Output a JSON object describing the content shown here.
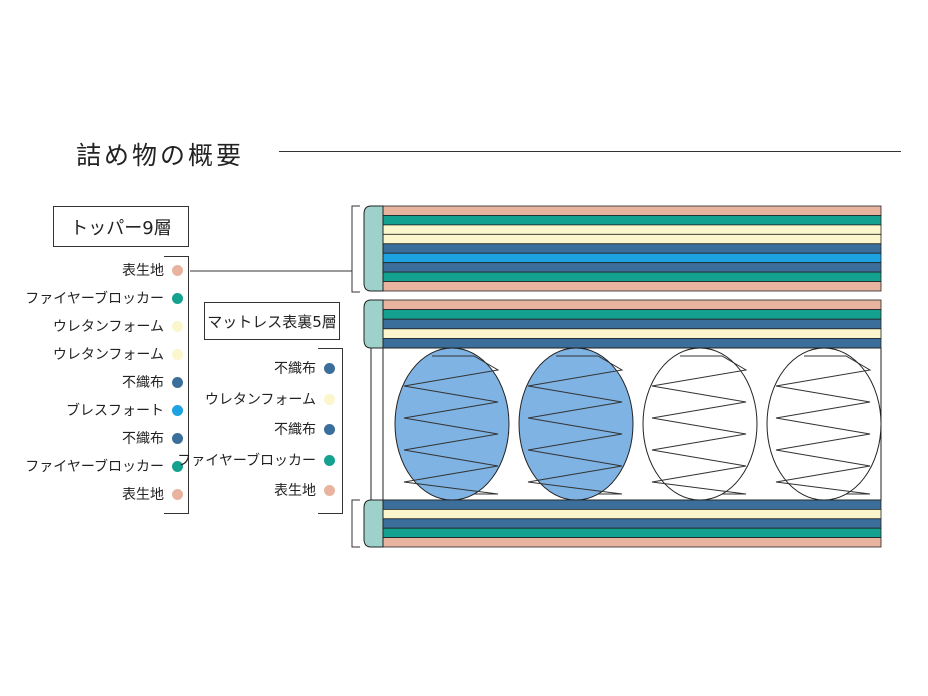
{
  "title": "詰め物の概要",
  "topper": {
    "label": "トッパー9層",
    "layers": [
      {
        "name": "表生地",
        "color": "#e8b4a0"
      },
      {
        "name": "ファイヤーブロッカー",
        "color": "#15a190"
      },
      {
        "name": "ウレタンフォーム",
        "color": "#fbf6cc"
      },
      {
        "name": "ウレタンフォーム",
        "color": "#fbf6cc"
      },
      {
        "name": "不織布",
        "color": "#3b6e9a"
      },
      {
        "name": "ブレスフォート",
        "color": "#1ea3e2"
      },
      {
        "name": "不織布",
        "color": "#3b6e9a"
      },
      {
        "name": "ファイヤーブロッカー",
        "color": "#15a190"
      },
      {
        "name": "表生地",
        "color": "#e8b4a0"
      }
    ]
  },
  "mattress_surface": {
    "label": "マットレス表裏5層",
    "layers": [
      {
        "name": "不織布",
        "color": "#3b6e9a"
      },
      {
        "name": "ウレタンフォーム",
        "color": "#fbf6cc"
      },
      {
        "name": "不織布",
        "color": "#3b6e9a"
      },
      {
        "name": "ファイヤーブロッカー",
        "color": "#15a190"
      },
      {
        "name": "表生地",
        "color": "#e8b4a0"
      }
    ]
  },
  "colors": {
    "side_panel": "#9fd1cc",
    "pocket_blue": "#7fb3e3",
    "pocket_white": "#ffffff",
    "outline": "#222222"
  },
  "springs": [
    {
      "fill": "pocket_blue"
    },
    {
      "fill": "pocket_blue"
    },
    {
      "fill": "pocket_white"
    },
    {
      "fill": "pocket_white"
    }
  ]
}
